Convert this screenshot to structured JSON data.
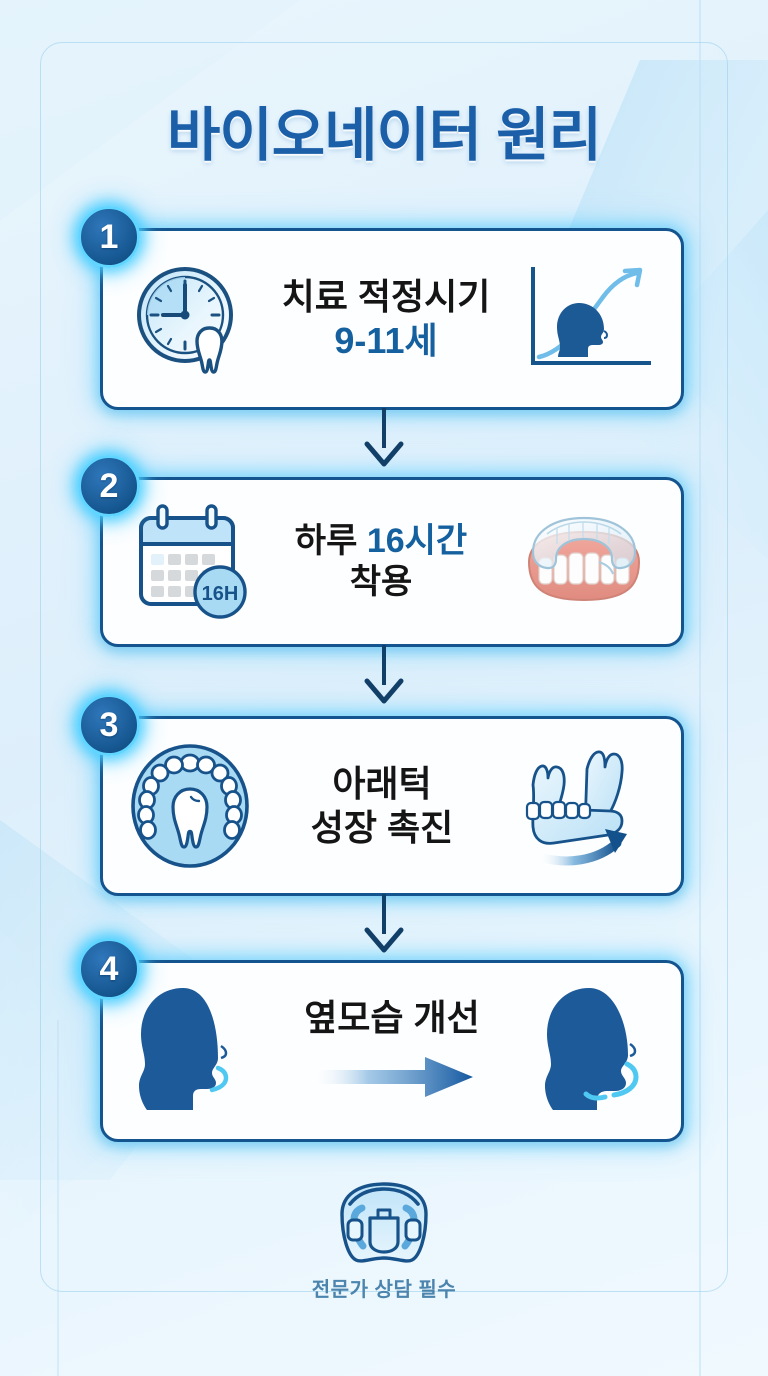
{
  "header": {
    "title": "바이오네이터 원리"
  },
  "steps": [
    {
      "number": "1",
      "line1_prefix": "치료 적정시기",
      "line1_highlight": "",
      "line2_prefix": "",
      "line2_highlight": "9-11세",
      "left_icon": "clock-tooth-icon",
      "right_icon": "growth-chart-head-icon"
    },
    {
      "number": "2",
      "line1_prefix": "하루 ",
      "line1_highlight": "16시간",
      "line2_prefix": "착용",
      "line2_highlight": "",
      "left_icon": "calendar-16h-icon",
      "right_icon": "dental-appliance-icon",
      "badge_label": "16H"
    },
    {
      "number": "3",
      "line1_prefix": "아래턱",
      "line1_highlight": "",
      "line2_prefix": "성장 촉진",
      "line2_highlight": "",
      "left_icon": "dental-arch-icon",
      "right_icon": "mandible-growth-arrow-icon"
    },
    {
      "number": "4",
      "line1_prefix": "옆모습 개선",
      "line1_highlight": "",
      "line2_prefix": "",
      "line2_highlight": "",
      "left_icon": "head-profile-before-icon",
      "right_icon": "head-profile-after-icon",
      "middle_icon": "gradient-right-arrow-icon"
    }
  ],
  "connectors": [
    {
      "name": "arrow-down-1"
    },
    {
      "name": "arrow-down-2"
    },
    {
      "name": "arrow-down-3"
    }
  ],
  "footer": {
    "icon": "bionator-appliance-icon",
    "caption": "전문가 상담 필수"
  },
  "colors": {
    "navy": "#14548f",
    "deep_navy": "#0f4570",
    "accent_blue": "#15609f",
    "glow_cyan": "#5fd5ff",
    "light_blue": "#a9d8f2",
    "pale_blue": "#d7eefb",
    "text_dark": "#151515",
    "footer_text": "#4b84ad",
    "card_bg": "#fdfeff",
    "page_bg": "#e8f5fd"
  }
}
